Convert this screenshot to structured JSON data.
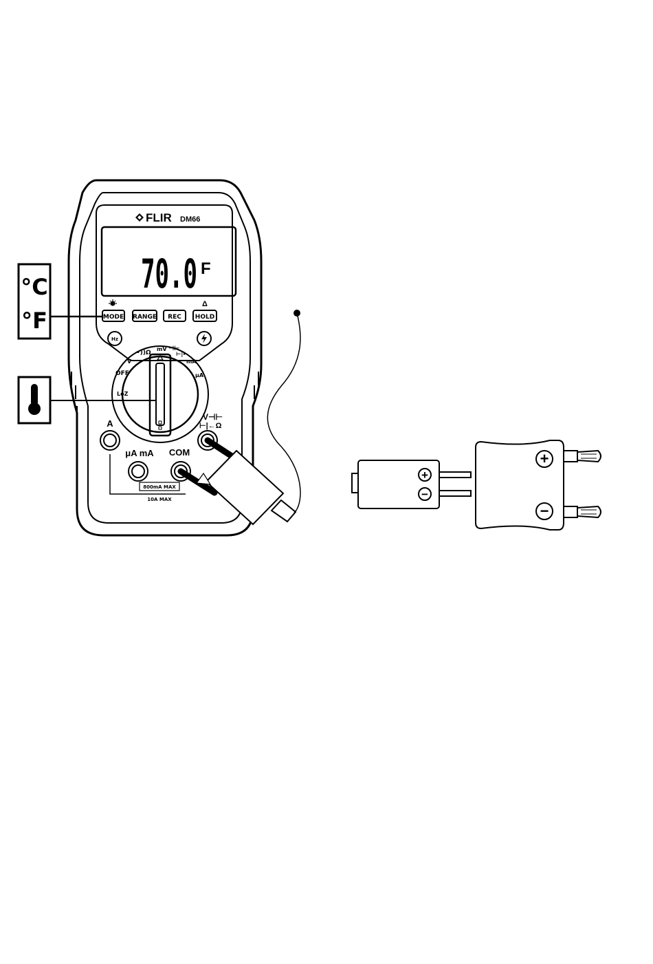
{
  "meter": {
    "brand": "FLIR",
    "model": "DM66",
    "reading": "70.0",
    "reading_unit": "F",
    "buttons": {
      "mode": "MODE",
      "range": "RANGE",
      "rec": "REC",
      "hold": "HOLD",
      "hz": "Hz",
      "delta": "Δ"
    },
    "dial": {
      "off": "OFF",
      "ohm": "•))Ω",
      "mv": "mV",
      "cap": "⊣⊢",
      "diode": "⊢|←",
      "ma": "mA",
      "ua": "μA",
      "v": "V",
      "loz": "LoZ"
    },
    "jacks": {
      "a": "A",
      "uama": "μA mA",
      "com": "COM",
      "vohm_top": "V⊣⊢",
      "vohm_bottom": "⊢|←Ω"
    },
    "fuse_label_1": "800mA MAX",
    "fuse_label_2": "10A MAX"
  },
  "callouts": {
    "celsius": "°C",
    "fahrenheit": "°F",
    "thermometer_icon": "thermometer-icon"
  },
  "adapter": {
    "plus": "+",
    "minus": "−"
  }
}
